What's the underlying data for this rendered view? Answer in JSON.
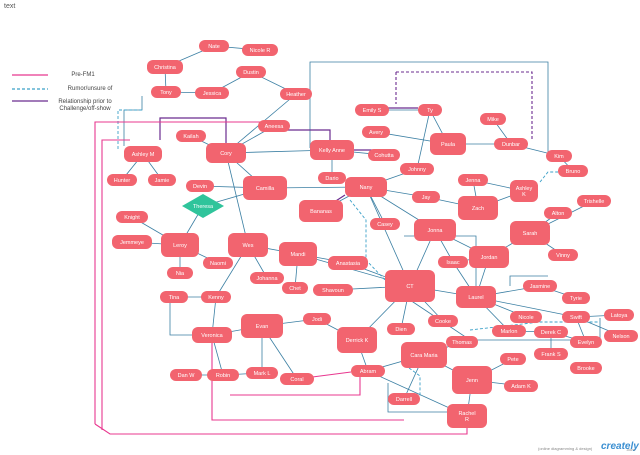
{
  "document": {
    "label": "text"
  },
  "legend": [
    {
      "label": "Pre-FM1",
      "color": "#e8388f",
      "dash": ""
    },
    {
      "label": "Rumor/unsure of",
      "color": "#3aa0c8",
      "dash": "3,2"
    },
    {
      "label": "Relationship prior to Challenge/off-show",
      "color": "#6b2c8f",
      "dash": ""
    }
  ],
  "colors": {
    "node_fill": "#f2646f",
    "node_text": "#ffffff",
    "line_blue": "#3b7fa3",
    "line_pink": "#e8388f",
    "line_purple": "#6b2c8f",
    "decision_fill": "#2fc49b"
  },
  "nodes": [
    {
      "id": "nate",
      "label": "Nate"
    },
    {
      "id": "nicoler",
      "label": "Nicole R"
    },
    {
      "id": "christina",
      "label": "Christina"
    },
    {
      "id": "dustin",
      "label": "Dustin"
    },
    {
      "id": "tony",
      "label": "Tony"
    },
    {
      "id": "jessica",
      "label": "Jessica"
    },
    {
      "id": "heather",
      "label": "Heather"
    },
    {
      "id": "emilys",
      "label": "Emily S"
    },
    {
      "id": "ty",
      "label": "Ty"
    },
    {
      "id": "mike",
      "label": "Mike"
    },
    {
      "id": "avery",
      "label": "Avery"
    },
    {
      "id": "aneesa",
      "label": "Aneesa"
    },
    {
      "id": "kailah",
      "label": "Kailah"
    },
    {
      "id": "cory",
      "label": "Cory"
    },
    {
      "id": "kellyanne",
      "label": "Kelly Anne"
    },
    {
      "id": "paula",
      "label": "Paula"
    },
    {
      "id": "dunbar",
      "label": "Dunbar"
    },
    {
      "id": "ashleym",
      "label": "Ashley M"
    },
    {
      "id": "cohutta",
      "label": "Cohutta"
    },
    {
      "id": "kim",
      "label": "Kim"
    },
    {
      "id": "hunter",
      "label": "Hunter"
    },
    {
      "id": "jamie",
      "label": "Jamie"
    },
    {
      "id": "dario",
      "label": "Dario"
    },
    {
      "id": "johnny",
      "label": "Johnny"
    },
    {
      "id": "bruno",
      "label": "Bruno"
    },
    {
      "id": "devin",
      "label": "Devin"
    },
    {
      "id": "camilla",
      "label": "Camilla"
    },
    {
      "id": "nany",
      "label": "Nany"
    },
    {
      "id": "jenna",
      "label": "Jenna"
    },
    {
      "id": "ashleyk",
      "label": "Ashley K"
    },
    {
      "id": "theresa",
      "label": "Theresa"
    },
    {
      "id": "jay",
      "label": "Jay"
    },
    {
      "id": "trishelle",
      "label": "Trishelle"
    },
    {
      "id": "bananas",
      "label": "Bananas"
    },
    {
      "id": "zach",
      "label": "Zach"
    },
    {
      "id": "alton",
      "label": "Alton"
    },
    {
      "id": "knight",
      "label": "Knight"
    },
    {
      "id": "casey",
      "label": "Casey"
    },
    {
      "id": "jonna",
      "label": "Jonna"
    },
    {
      "id": "sarah",
      "label": "Sarah"
    },
    {
      "id": "jemmeye",
      "label": "Jemmeye"
    },
    {
      "id": "leroy",
      "label": "Leroy"
    },
    {
      "id": "wes",
      "label": "Wes"
    },
    {
      "id": "mandi",
      "label": "Mandi"
    },
    {
      "id": "jordan",
      "label": "Jordan"
    },
    {
      "id": "isaac",
      "label": "Isaac"
    },
    {
      "id": "vinny",
      "label": "Vinny"
    },
    {
      "id": "naomi",
      "label": "Naomi"
    },
    {
      "id": "anastasia",
      "label": "Anastasia"
    },
    {
      "id": "nia",
      "label": "Nia"
    },
    {
      "id": "johanna",
      "label": "Johanna"
    },
    {
      "id": "ct",
      "label": "CT"
    },
    {
      "id": "jasmine",
      "label": "Jasmine"
    },
    {
      "id": "chet",
      "label": "Chet"
    },
    {
      "id": "shavoun",
      "label": "Shavoun"
    },
    {
      "id": "tina",
      "label": "Tina"
    },
    {
      "id": "kenny",
      "label": "Kenny"
    },
    {
      "id": "laurel",
      "label": "Laurel"
    },
    {
      "id": "tyrie",
      "label": "Tyrie"
    },
    {
      "id": "latoya",
      "label": "Latoya"
    },
    {
      "id": "jodi",
      "label": "Jodi"
    },
    {
      "id": "nicole",
      "label": "Nicole"
    },
    {
      "id": "swift",
      "label": "Swift"
    },
    {
      "id": "evan",
      "label": "Evan"
    },
    {
      "id": "veronica",
      "label": "Veronica"
    },
    {
      "id": "cooke",
      "label": "Cooke"
    },
    {
      "id": "dien",
      "label": "Dien"
    },
    {
      "id": "derrickk",
      "label": "Derrick K"
    },
    {
      "id": "marlon",
      "label": "Marlon"
    },
    {
      "id": "derekc",
      "label": "Derek C"
    },
    {
      "id": "nelson",
      "label": "Nelson"
    },
    {
      "id": "evelyn",
      "label": "Evelyn"
    },
    {
      "id": "thomas",
      "label": "Thomas"
    },
    {
      "id": "caramaria",
      "label": "Cara Maria"
    },
    {
      "id": "franks",
      "label": "Frank S"
    },
    {
      "id": "pete",
      "label": "Pete"
    },
    {
      "id": "markl",
      "label": "Mark L"
    },
    {
      "id": "danw",
      "label": "Dan W"
    },
    {
      "id": "robin",
      "label": "Robin"
    },
    {
      "id": "abram",
      "label": "Abram"
    },
    {
      "id": "coral",
      "label": "Coral"
    },
    {
      "id": "jenn",
      "label": "Jenn"
    },
    {
      "id": "brooke",
      "label": "Brooke"
    },
    {
      "id": "adamk",
      "label": "Adam K"
    },
    {
      "id": "darrell",
      "label": "Darrell"
    },
    {
      "id": "rachelr",
      "label": "Rachel R"
    }
  ],
  "footer": {
    "tagline": "(online diagramming & design)",
    "brand": "creately",
    "suffix": ".com"
  }
}
